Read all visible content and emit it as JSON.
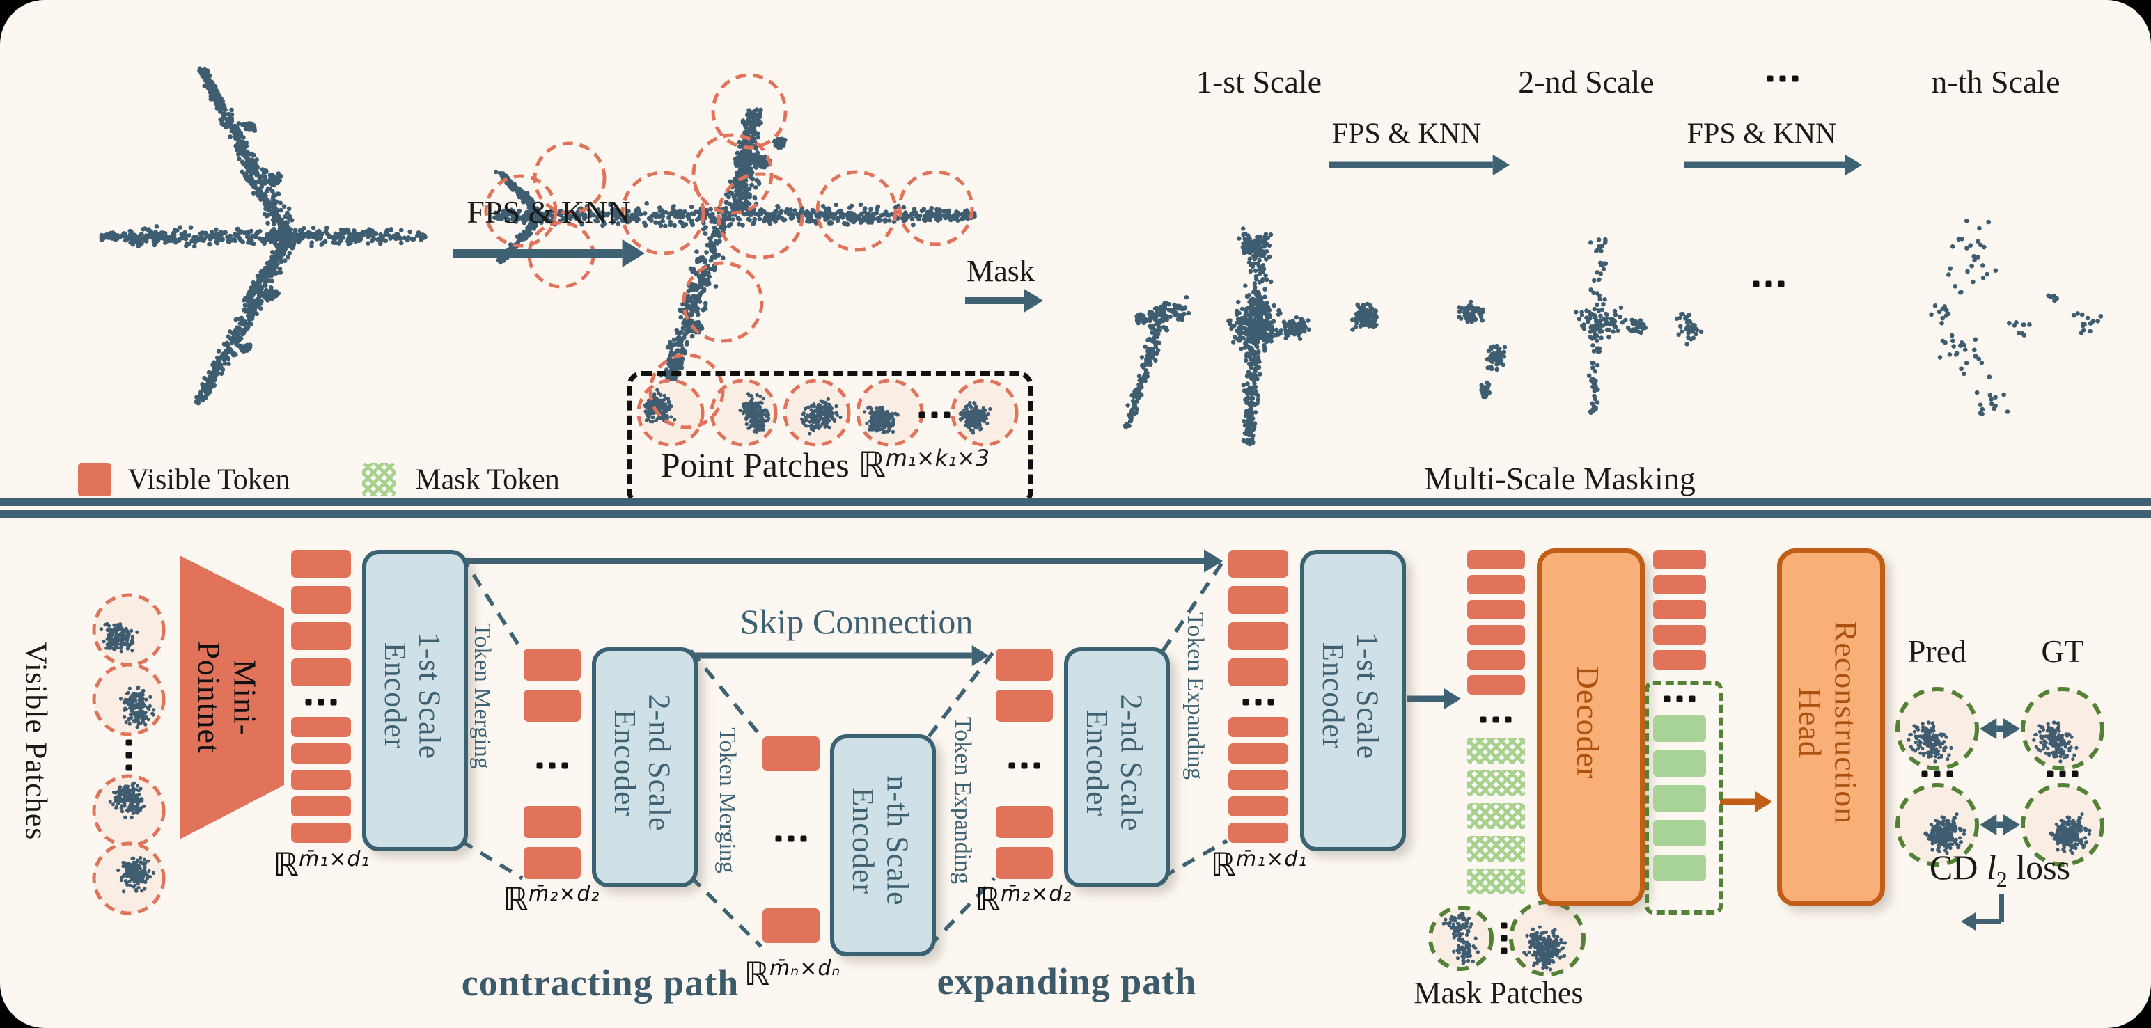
{
  "top": {
    "fps_knn": "FPS & KNN",
    "mask": "Mask",
    "scale_1": "1-st Scale",
    "scale_2": "2-nd Scale",
    "scale_n": "n-th Scale",
    "multi_scale_masking": "Multi-Scale Masking",
    "point_patches": "Point Patches ",
    "r_symbol": "ℝ",
    "point_patches_dim": "m₁×k₁×3"
  },
  "legend": {
    "visible_token": "Visible Token",
    "mask_token": "Mask Token"
  },
  "unet": {
    "visible_patches": "Visible Patches",
    "mini_pointnet": "Mini-\nPointnet",
    "encoder_1": "1-st Scale\nEncoder",
    "encoder_2": "2-nd Scale\nEncoder",
    "encoder_n": "n-th Scale\nEncoder",
    "token_merging": "Token Merging",
    "token_expanding": "Token Expanding",
    "skip_connection": "Skip Connection",
    "contracting_path": "contracting path",
    "expanding_path": "expanding path",
    "dim_1": "m̄₁×d₁",
    "dim_2": "m̄₂×d₂",
    "dim_n": "m̄ₙ×dₙ"
  },
  "reconstruction": {
    "decoder": "Decoder",
    "reconstruction_head": "Reconstruction\nHead",
    "mask_patches": "Mask Patches",
    "pred": "Pred",
    "gt": "GT",
    "cd_prefix": "CD ",
    "cd_l": "l",
    "cd_sub": "2",
    "cd_suffix": " loss"
  },
  "colors": {
    "background": "#FCF8F1",
    "frame": "#000000",
    "slate": "#3E6273",
    "salmon": "#E0735A",
    "encoder_fill": "#CFE0E7",
    "encoder_border": "#3A6273",
    "orange_fill": "#F8B078",
    "orange_border": "#C05F15",
    "orange_text": "#AC520E",
    "green_token": "#A7D396",
    "green_dash": "#538135",
    "point_cloud": "#2F4F66",
    "patch_fill": "#FAEDE3",
    "ink": "#111111"
  }
}
